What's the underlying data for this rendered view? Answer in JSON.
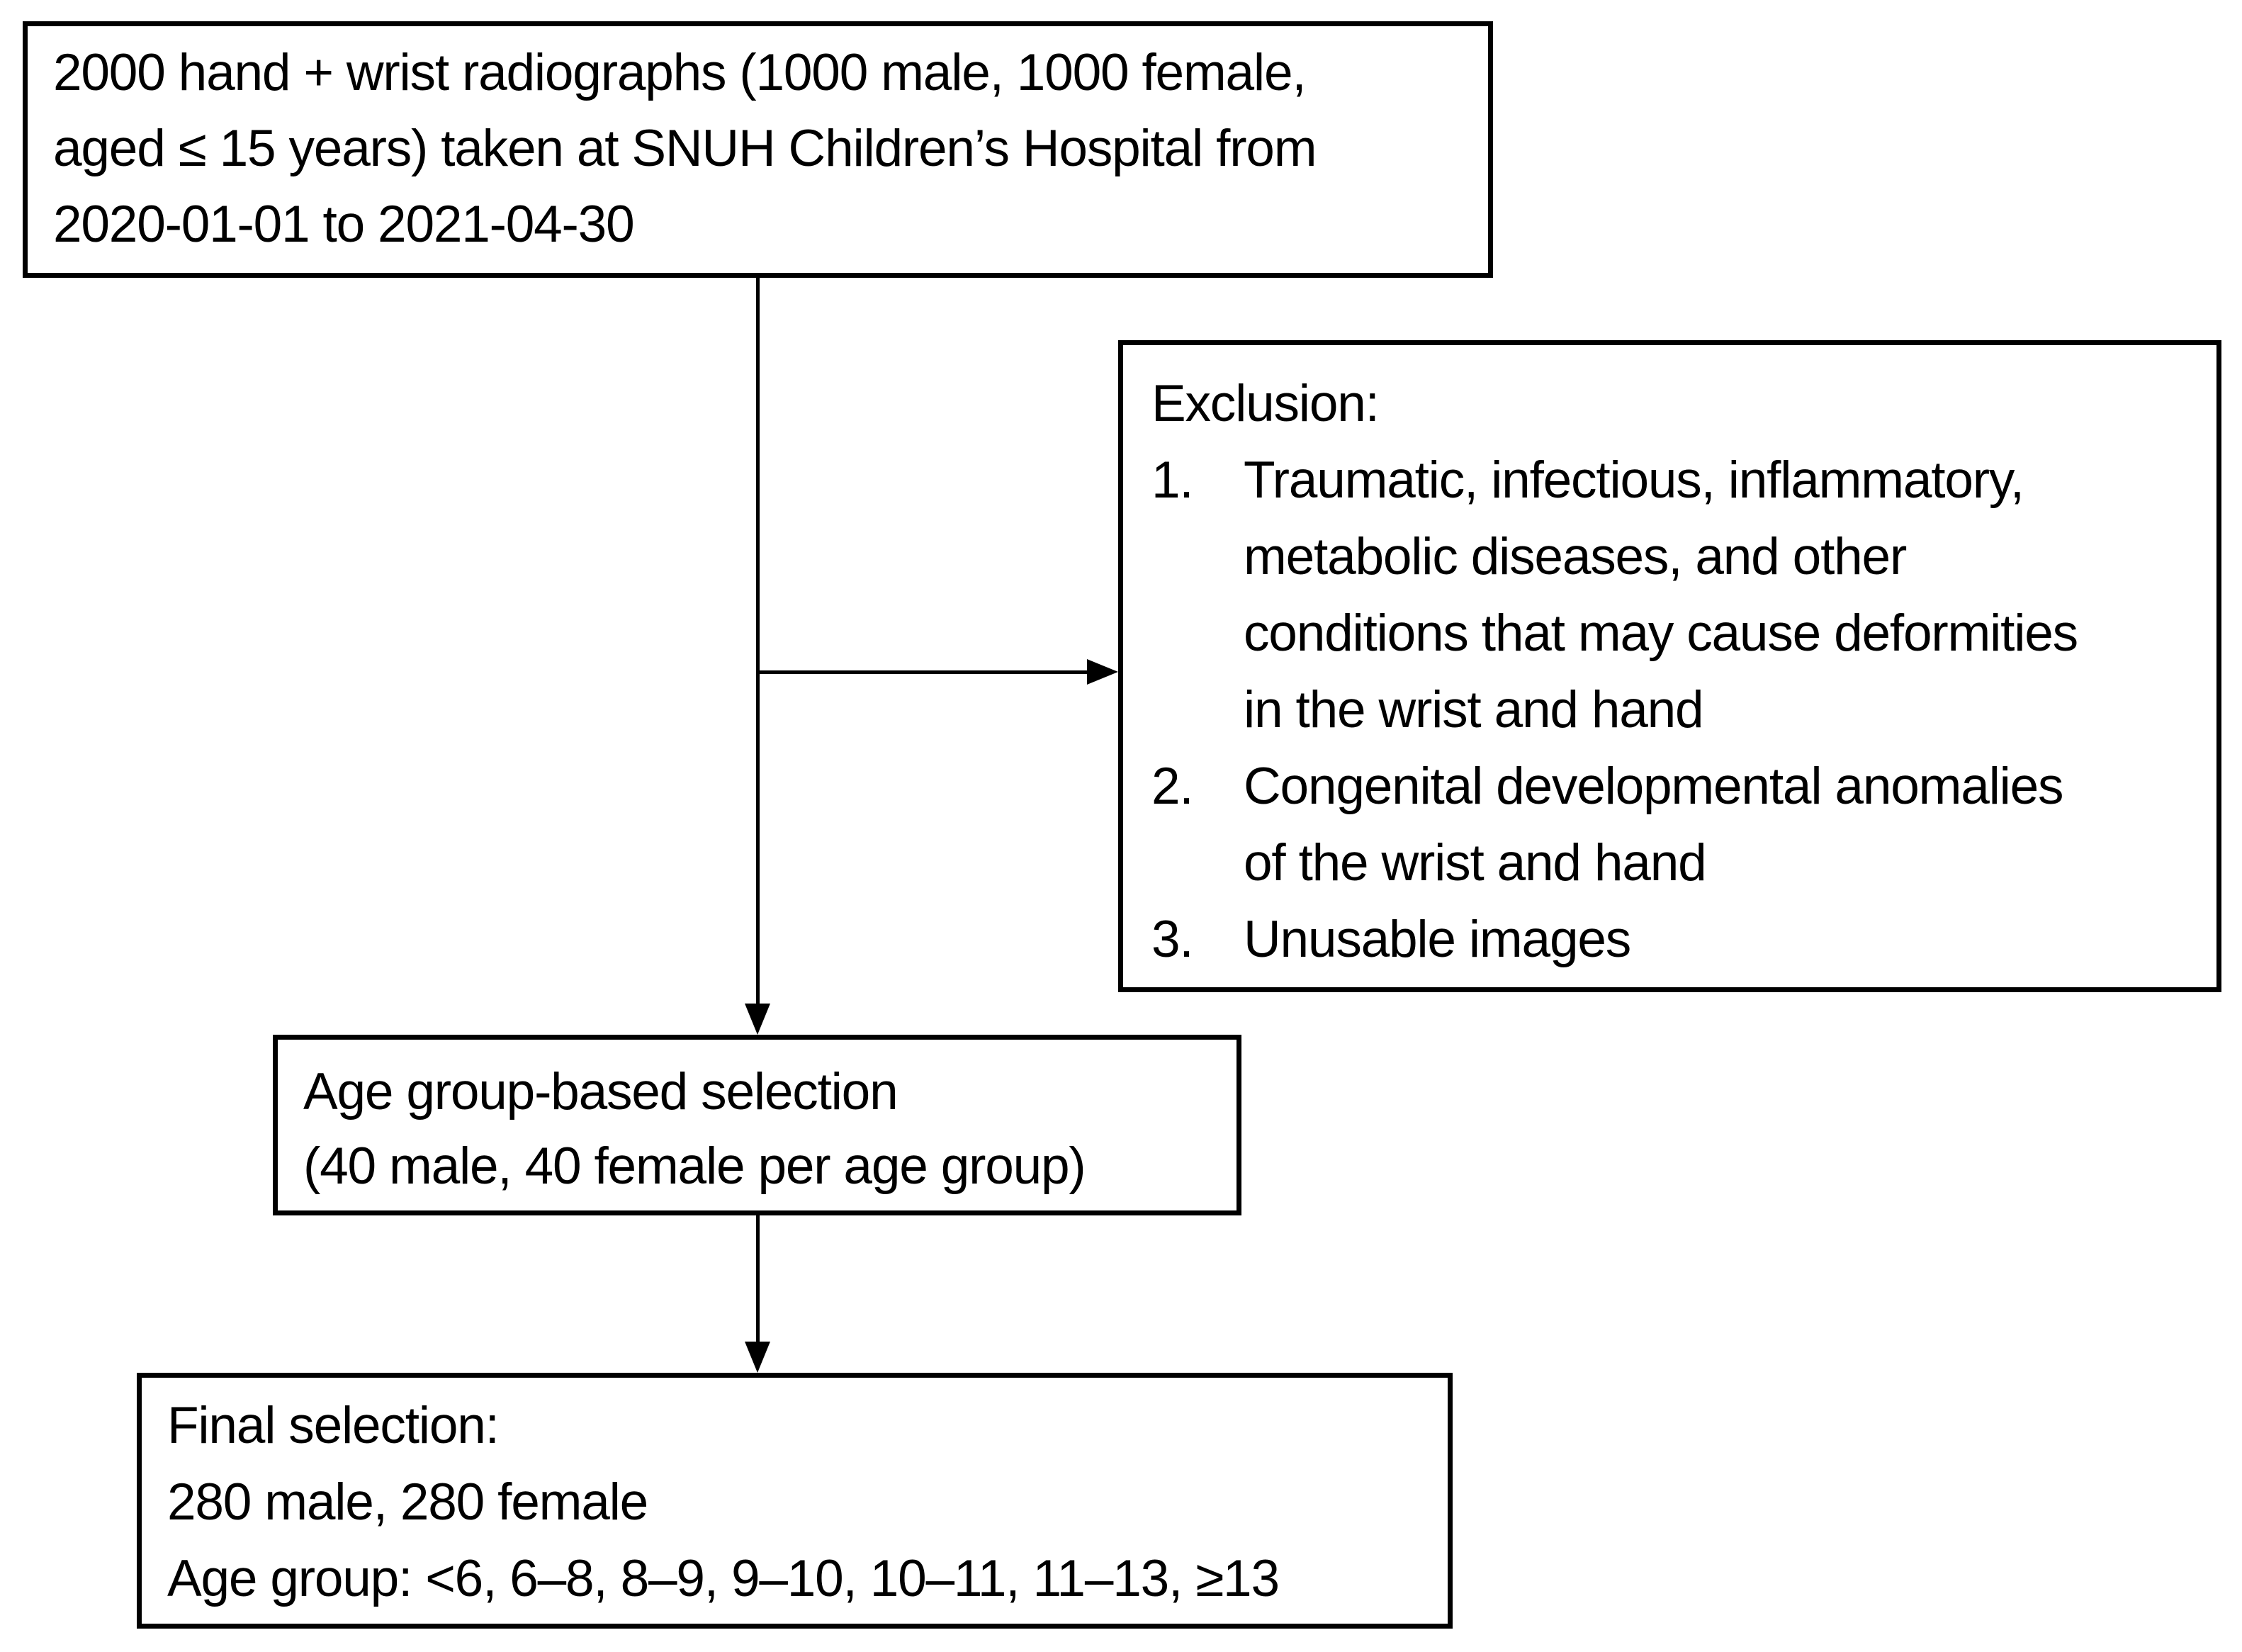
{
  "diagram": {
    "top_box": {
      "lines": [
        "2000 hand + wrist radiographs (1000 male, 1000 female,",
        "aged ≤ 15 years) taken at SNUH Children’s Hospital from",
        "2020-01-01 to 2021-04-30"
      ]
    },
    "exclusion_box": {
      "title": "Exclusion:",
      "items": [
        {
          "number": "1.",
          "lines": [
            "Traumatic, infectious, inflammatory,",
            "metabolic diseases, and other",
            "conditions that may cause deformities",
            "in the wrist and hand"
          ]
        },
        {
          "number": "2.",
          "lines": [
            "Congenital developmental anomalies",
            "of the wrist and hand"
          ]
        },
        {
          "number": "3.",
          "lines": [
            "Unusable images"
          ]
        }
      ]
    },
    "selection_box": {
      "lines": [
        "Age group-based selection",
        "(40 male, 40 female per age group)"
      ]
    },
    "final_box": {
      "lines": [
        "Final selection:",
        "280 male, 280 female",
        "Age group: <6, 6–8, 8–9, 9–10, 10–11, 11–13, ≥13"
      ]
    },
    "colors": {
      "background": "#ffffff",
      "line": "#000000",
      "text": "#000000"
    }
  }
}
